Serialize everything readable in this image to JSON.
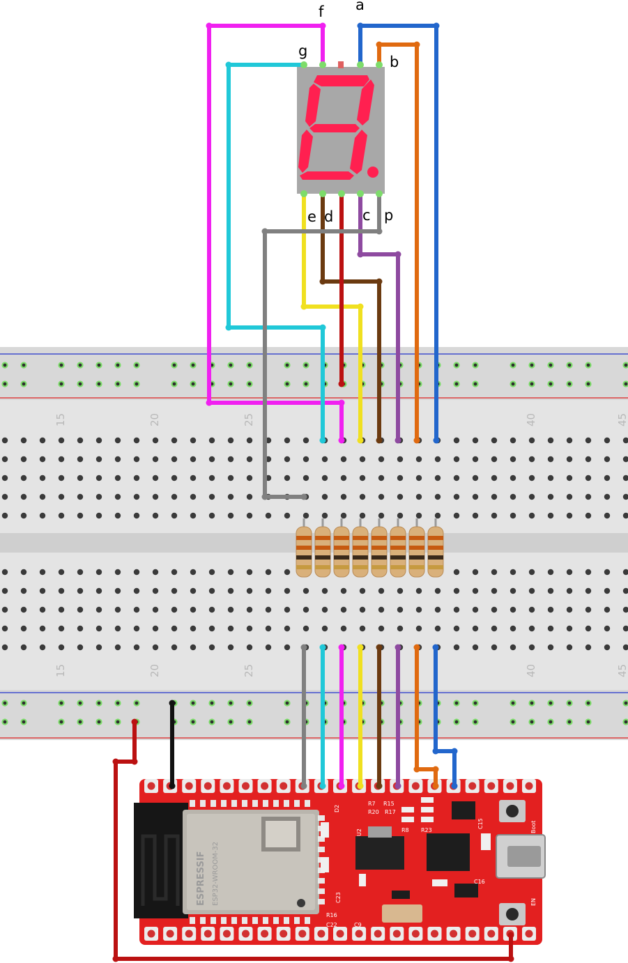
{
  "display": {
    "segments": {
      "a": "a",
      "b": "b",
      "c": "c",
      "d": "d",
      "e": "e",
      "f": "f",
      "g": "g",
      "p": "p"
    },
    "digit_color": "#ff2050",
    "body_color": "#a8a8a8"
  },
  "breadboard": {
    "column_numbers": [
      "15",
      "20",
      "25",
      "40",
      "45"
    ],
    "power_rail_colors": {
      "positive": "#dd2222",
      "negative": "#2233cc"
    }
  },
  "wires": [
    {
      "segment": "a",
      "color": "#2266cc"
    },
    {
      "segment": "b",
      "color": "#e06a10"
    },
    {
      "segment": "c",
      "color": "#8e4aa0"
    },
    {
      "segment": "d",
      "color": "#6b3a10"
    },
    {
      "segment": "e",
      "color": "#f0e020"
    },
    {
      "segment": "f",
      "color": "#f020f0"
    },
    {
      "segment": "g",
      "color": "#20c8d8"
    },
    {
      "segment": "p",
      "color": "#808080"
    },
    {
      "segment": "common",
      "color": "#bb1111"
    }
  ],
  "board": {
    "module_label": "ESPRESSIF",
    "module_model": "ESP32-WROOM-32",
    "button_labels": [
      "Boot",
      "EN"
    ],
    "pcb_color": "#e32020",
    "silkscreen": [
      "D2",
      "R7",
      "R15",
      "R20",
      "R17",
      "C23",
      "C22",
      "C9",
      "R16",
      "C15",
      "C16",
      "U2",
      "R23",
      "R8"
    ]
  }
}
